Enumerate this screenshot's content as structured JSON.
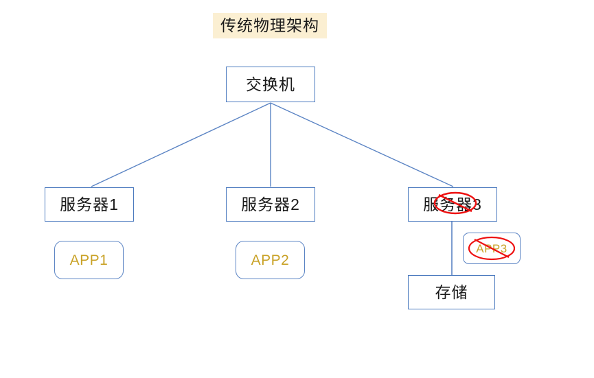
{
  "diagram": {
    "title": "传统物理架构",
    "title_background": "#FBEFD2",
    "box_border_color": "#4A79BE",
    "connector_color": "#5B84C4",
    "app_text_color": "#C9A227",
    "annotation_color": "#EE1111",
    "canvas_background": "#FFFFFF"
  },
  "nodes": {
    "switch": {
      "label": "交换机",
      "shape": "rectangle"
    },
    "server1": {
      "label": "服务器1",
      "shape": "rectangle"
    },
    "server2": {
      "label": "服务器2",
      "shape": "rectangle"
    },
    "server3": {
      "label": "服务器3",
      "shape": "rectangle",
      "annotated": "crossed-out"
    },
    "storage": {
      "label": "存储",
      "shape": "rectangle"
    },
    "app1": {
      "label": "APP1",
      "shape": "rounded-rectangle"
    },
    "app2": {
      "label": "APP2",
      "shape": "rounded-rectangle"
    },
    "app3": {
      "label": "APP3",
      "shape": "rounded-rectangle",
      "annotated": "crossed-out"
    }
  },
  "connections": [
    {
      "from": "switch",
      "to": "server1"
    },
    {
      "from": "switch",
      "to": "server2"
    },
    {
      "from": "switch",
      "to": "server3"
    },
    {
      "from": "server3",
      "to": "storage"
    }
  ]
}
